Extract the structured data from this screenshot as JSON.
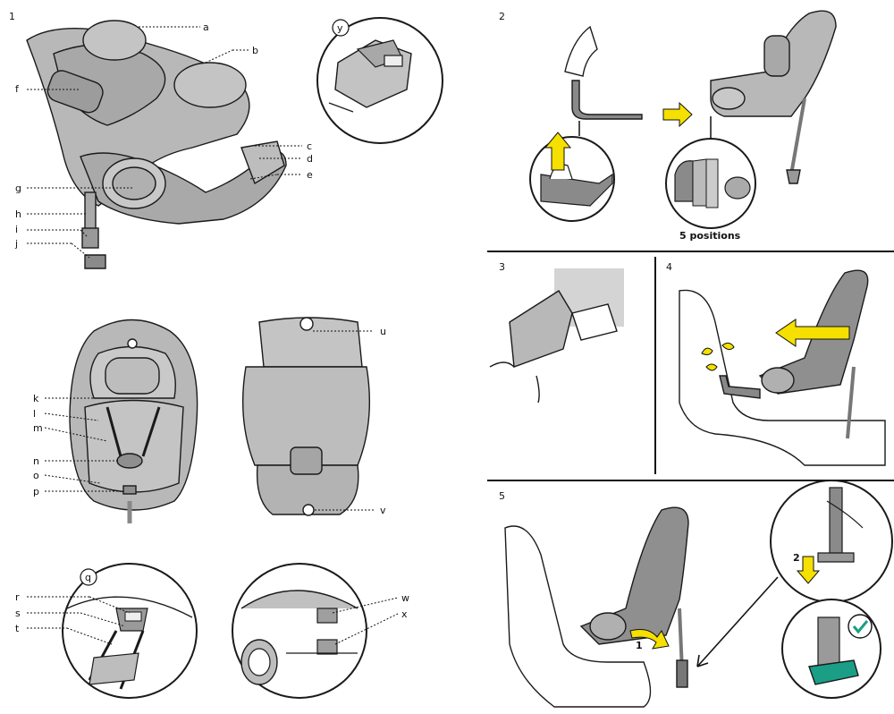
{
  "steps": {
    "s1": "1",
    "s2": "2",
    "s3": "3",
    "s4": "4",
    "s5": "5"
  },
  "parts": {
    "a": "a",
    "b": "b",
    "c": "c",
    "d": "d",
    "e": "e",
    "f": "f",
    "g": "g",
    "h": "h",
    "i": "i",
    "j": "j",
    "k": "k",
    "l": "l",
    "m": "m",
    "n": "n",
    "o": "o",
    "p": "p",
    "q": "q",
    "r": "r",
    "s": "s",
    "t": "t",
    "u": "u",
    "v": "v",
    "w": "w",
    "x": "x",
    "y": "y"
  },
  "captions": {
    "positions": "5 positions"
  },
  "markers": {
    "m1": "1",
    "m2": "2"
  },
  "colors": {
    "seat": "#b8b8b8",
    "seat_dark": "#8a8a8a",
    "arrow": "#f5e000",
    "check": "#1a9e86",
    "base_green": "#1a9e86",
    "line": "#1a1a1a"
  }
}
